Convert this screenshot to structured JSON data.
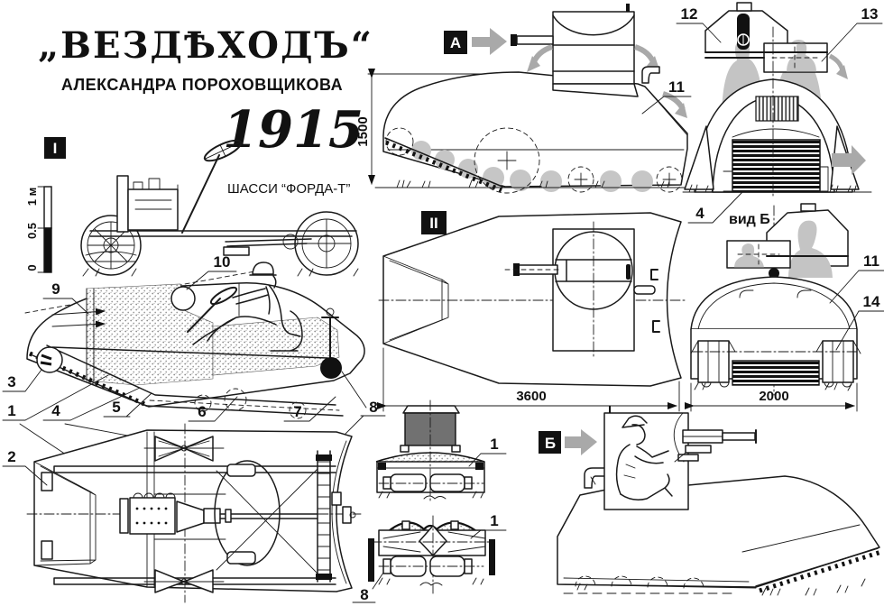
{
  "title": {
    "name": "„ВЕЗДѢХОДЪ“",
    "subtitle": "АЛЕКСАНДРА ПОРОХОВЩИКОВА",
    "year": "1915"
  },
  "labels": {
    "chassis": "ШАССИ “ФОРДА-Т”",
    "view_b_caption": "вид Б"
  },
  "markers": {
    "roman_one": "I",
    "roman_two": "II",
    "view_a": "А",
    "view_b": "Б"
  },
  "scalebar": {
    "top": "1 м",
    "middle": "0.5",
    "zero": "0"
  },
  "dimensions": {
    "height_mm": "1500",
    "length_mm": "3600",
    "width_mm": "2000"
  },
  "callouts": {
    "n1": "1",
    "n2": "2",
    "n3": "3",
    "n4": "4",
    "n5": "5",
    "n6": "6",
    "n7": "7",
    "n8": "8",
    "n9": "9",
    "n10": "10",
    "n11": "11",
    "n12": "12",
    "n13": "13",
    "n14": "14"
  },
  "colors": {
    "line": "#1a1a1a",
    "gray_arrow": "#a9a9a9",
    "silhouette": "#c4c4c4",
    "wheel_gray": "#c6c6c6",
    "radiator_fill": "#717171",
    "stipple": "#8a8a8a",
    "background": "#ffffff"
  }
}
